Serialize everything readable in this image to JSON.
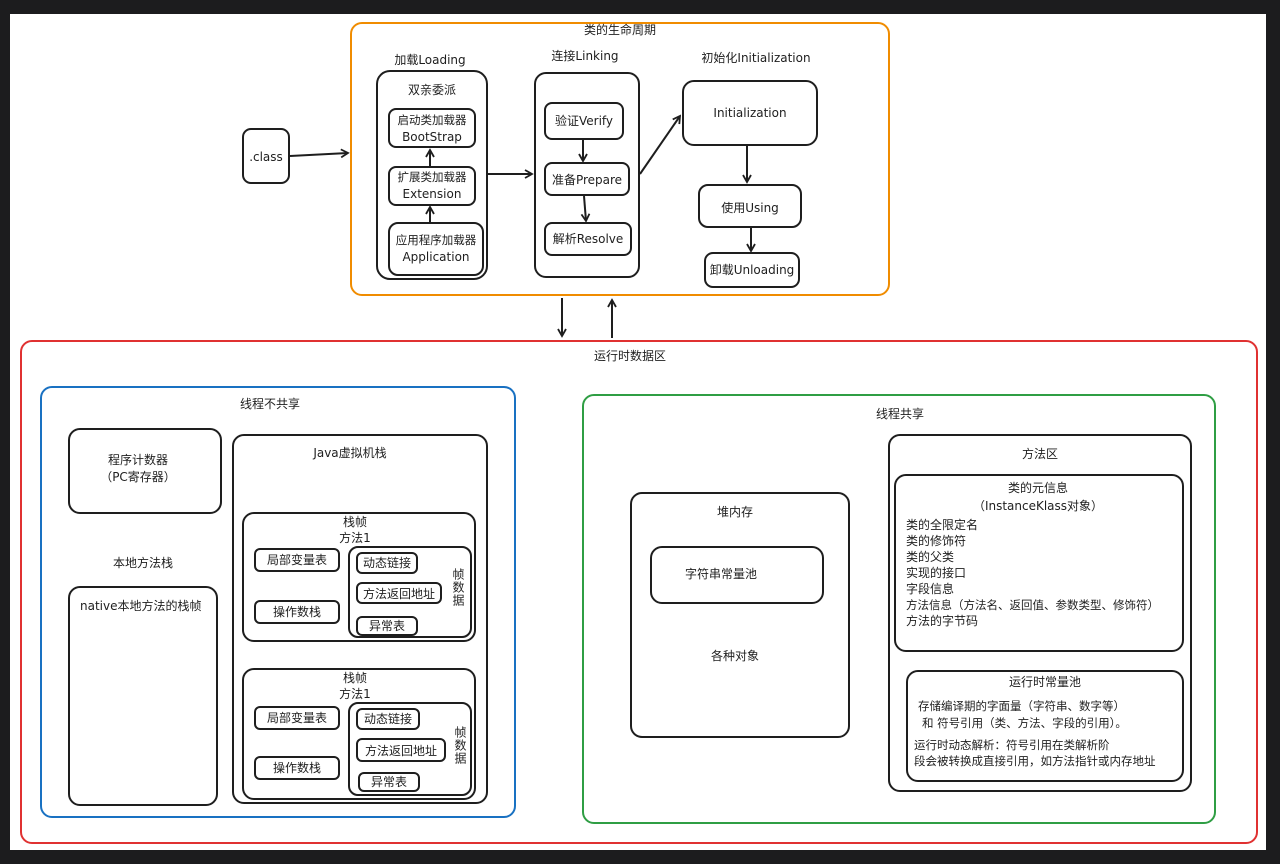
{
  "lifecycle": {
    "title": "类的生命周期",
    "loading": {
      "title": "加载Loading",
      "delegation": "双亲委派",
      "bootstrap": [
        "启动类加载器",
        "BootStrap"
      ],
      "extension": [
        "扩展类加载器",
        "Extension"
      ],
      "application": [
        "应用程序加载器",
        "Application"
      ]
    },
    "linking": {
      "title": "连接Linking",
      "verify": "验证Verify",
      "prepare": "准备Prepare",
      "resolve": "解析Resolve"
    },
    "init": {
      "title": "初始化Initialization",
      "initialization": "Initialization",
      "using": "使用Using",
      "unloading": "卸载Unloading"
    }
  },
  "class_file": ".class",
  "runtime": {
    "title": "运行时数据区",
    "private": {
      "title": "线程不共享",
      "pc": [
        "程序计数器",
        "（PC寄存器）"
      ],
      "native_stack": "本地方法栈",
      "native_frame": "native本地方法的栈帧",
      "jvm_stack": "Java虚拟机栈",
      "frames": [
        {
          "title": "栈帧",
          "method": "方法1",
          "locals": "局部变量表",
          "operands": "操作数栈",
          "dynamic_link": "动态链接",
          "return_addr": "方法返回地址",
          "exceptions": "异常表",
          "frame_data": "帧数据"
        },
        {
          "title": "栈帧",
          "method": "方法1",
          "locals": "局部变量表",
          "operands": "操作数栈",
          "dynamic_link": "动态链接",
          "return_addr": "方法返回地址",
          "exceptions": "异常表",
          "frame_data": "帧数据"
        }
      ]
    },
    "shared": {
      "title": "线程共享",
      "heap": {
        "title": "堆内存",
        "string_pool": "字符串常量池",
        "objects": "各种对象"
      },
      "method_area": {
        "title": "方法区",
        "metadata_title": "类的元信息",
        "metadata_subtitle": "（InstanceKlass对象）",
        "metadata_items": [
          "类的全限定名",
          "类的修饰符",
          "类的父类",
          "实现的接口",
          "字段信息",
          "方法信息（方法名、返回值、参数类型、修饰符）",
          "方法的字节码"
        ],
        "constant_pool_title": "运行时常量池",
        "constant_pool_line1": "存储编译期的字面量（字符串、数字等）",
        "constant_pool_line2": "和 符号引用（类、方法、字段的引用）。",
        "constant_pool_line3": "运行时动态解析：符号引用在类解析阶",
        "constant_pool_line4": "段会被转换成直接引用，如方法指针或内存地址"
      }
    }
  },
  "colors": {
    "lifecycle_border": "#f08c00",
    "runtime_border": "#e03131",
    "private_border": "#1971c2",
    "shared_border": "#2f9e44"
  }
}
